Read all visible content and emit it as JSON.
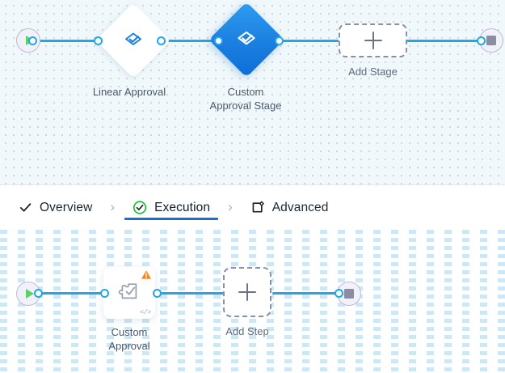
{
  "stage_canvas": {
    "name": "stage-flow-canvas",
    "start_node": {
      "icon": "play-icon",
      "title": "Start"
    },
    "end_node": {
      "icon": "stop-icon",
      "title": "End"
    },
    "nodes": [
      {
        "id": "linear-approval",
        "label": "Linear Approval",
        "icon": "approval-stamp-icon",
        "selected": false
      },
      {
        "id": "custom-approval-stage",
        "label": "Custom\nApproval Stage",
        "icon": "approval-stamp-icon",
        "selected": true
      }
    ],
    "add_button": {
      "label": "Add Stage",
      "icon": "plus-icon"
    }
  },
  "tabbar": {
    "tabs": [
      {
        "id": "overview",
        "label": "Overview",
        "icon": "check-icon",
        "active": false
      },
      {
        "id": "execution",
        "label": "Execution",
        "icon": "check-circle-icon",
        "active": true
      },
      {
        "id": "advanced",
        "label": "Advanced",
        "icon": "advanced-settings-icon",
        "active": false
      }
    ],
    "separator": "›",
    "active_color": "#1570d6"
  },
  "step_canvas": {
    "name": "step-flow-canvas",
    "start_node": {
      "icon": "play-icon",
      "title": "Start"
    },
    "end_node": {
      "icon": "stop-icon",
      "title": "End"
    },
    "nodes": [
      {
        "id": "custom-approval",
        "label": "Custom\nApproval",
        "icon": "custom-task-icon",
        "warning_badge": "warning-icon",
        "code_badge": "</>"
      }
    ],
    "add_button": {
      "label": "Add Step",
      "icon": "plus-icon"
    }
  },
  "colors": {
    "edge": "#21a7e8",
    "node_selected": "#1a7fe0",
    "warning": "#f5851f",
    "start": "#5cd06a",
    "stop": "#8b8da3",
    "tab_active_underline": "#1570d6"
  }
}
